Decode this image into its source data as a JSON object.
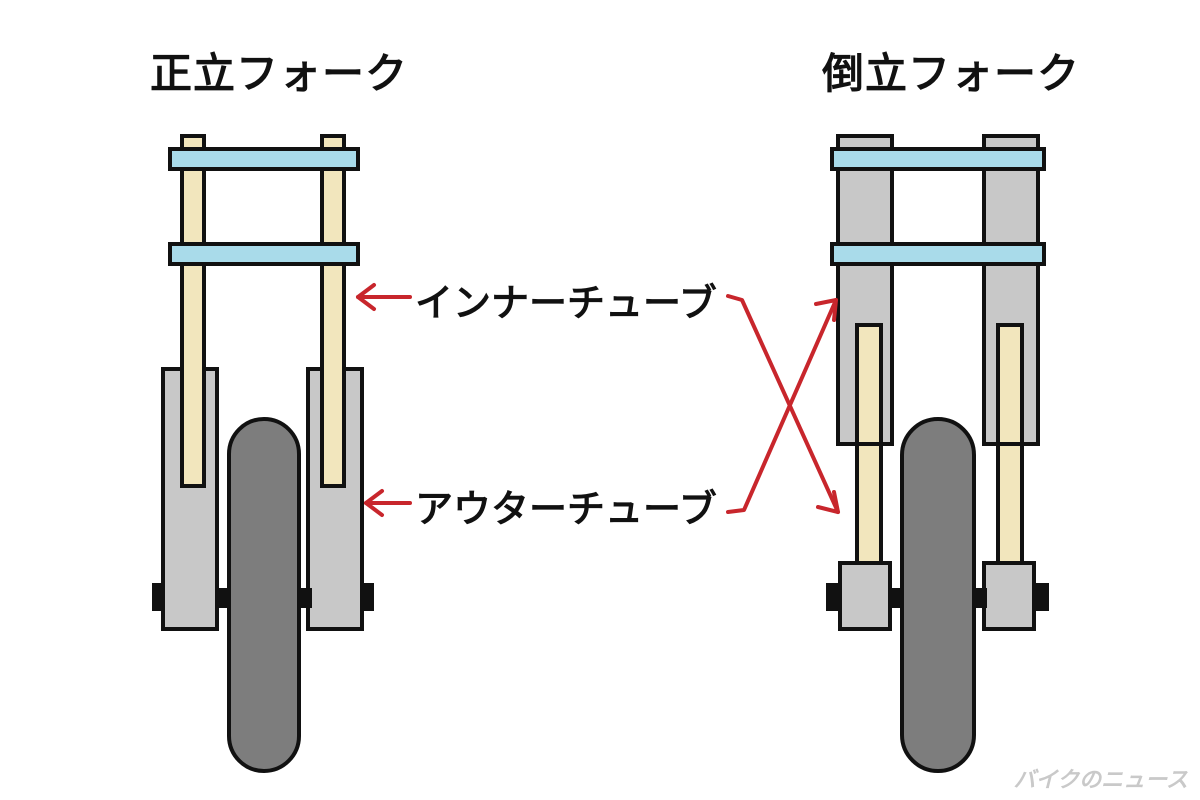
{
  "titles": {
    "left": "正立フォーク",
    "right": "倒立フォーク"
  },
  "labels": {
    "inner_tube": "インナーチューブ",
    "outer_tube": "アウターチューブ"
  },
  "watermark": "バイクのニュース",
  "colors": {
    "inner_tube": "#f2e6bd",
    "outer_tube": "#c8c8c8",
    "bracket": "#a9dbea",
    "tire": "#7d7d7d",
    "arrow": "#c8262c",
    "outline": "#111111"
  }
}
